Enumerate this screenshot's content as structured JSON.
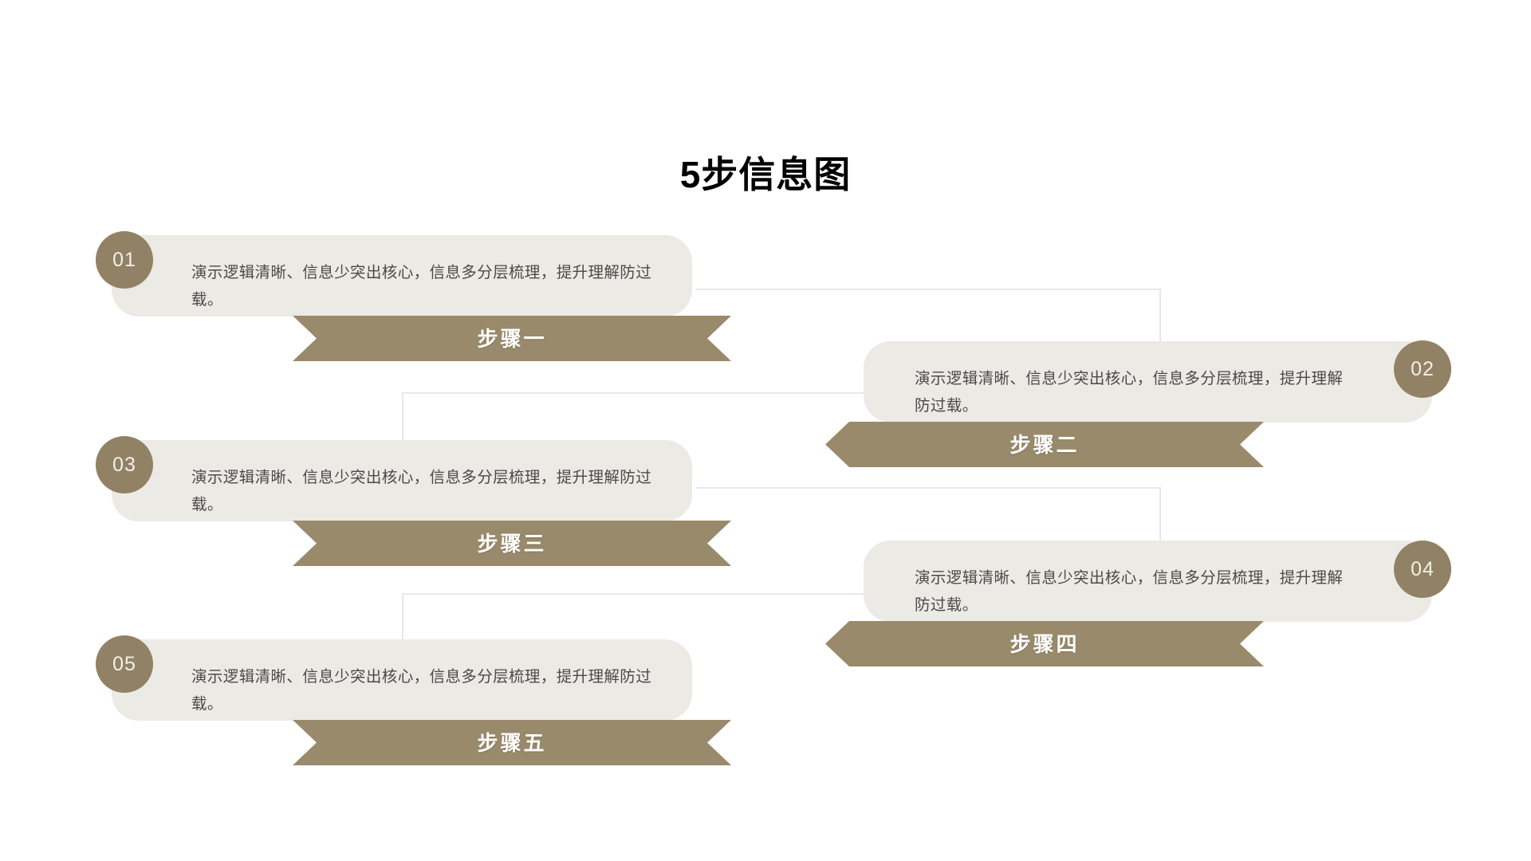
{
  "slide": {
    "title": "5步信息图",
    "background_color": "#FFFFFF"
  },
  "theme": {
    "ribbon_color": "#998A6B",
    "badge_color": "#918265",
    "card_color": "#ECEAE5",
    "body_text_color": "#4A4A4A",
    "ribbon_text_color": "#FFFFFF",
    "title_color": "#000000",
    "connector_color": "#E2E0DC"
  },
  "steps": [
    {
      "number": "01",
      "label": "步骤一",
      "description": "演示逻辑清晰、信息少突出核心，信息多分层梳理，提升理解防过载。",
      "side": "left"
    },
    {
      "number": "02",
      "label": "步骤二",
      "description": "演示逻辑清晰、信息少突出核心，信息多分层梳理，提升理解防过载。",
      "side": "right"
    },
    {
      "number": "03",
      "label": "步骤三",
      "description": "演示逻辑清晰、信息少突出核心，信息多分层梳理，提升理解防过载。",
      "side": "left"
    },
    {
      "number": "04",
      "label": "步骤四",
      "description": "演示逻辑清晰、信息少突出核心，信息多分层梳理，提升理解防过载。",
      "side": "right"
    },
    {
      "number": "05",
      "label": "步骤五",
      "description": "演示逻辑清晰、信息少突出核心，信息多分层梳理，提升理解防过载。",
      "side": "left"
    }
  ]
}
